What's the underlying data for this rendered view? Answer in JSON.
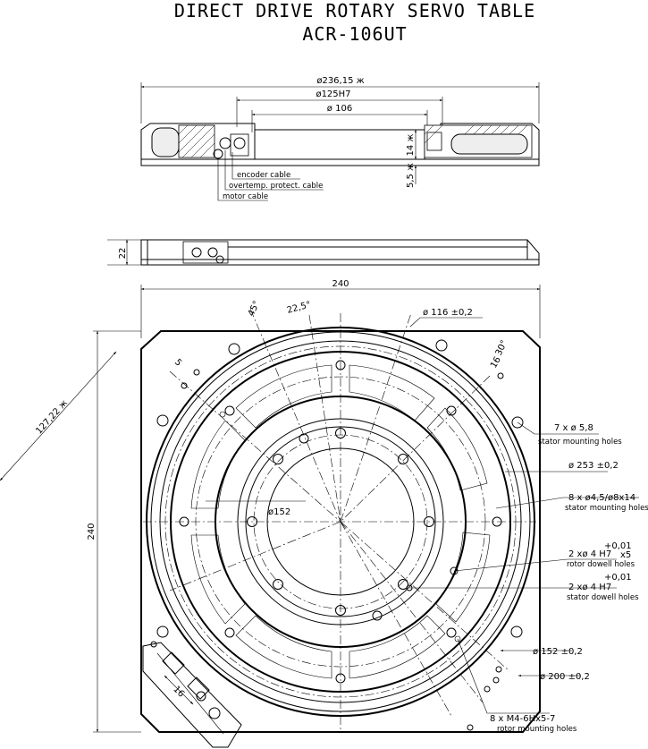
{
  "title": {
    "line1": "DIRECT DRIVE ROTARY SERVO TABLE",
    "line2": "ACR-106UT"
  },
  "section_view": {
    "dims": {
      "d_outer": "ø236,15 ж",
      "d_bore_h7": "ø125H7",
      "d_inner": "ø 106",
      "h_14": "14 ж",
      "h_55": "5,5 ж"
    },
    "callouts": {
      "encoder_cable": "encoder cable",
      "overtemp_cable": "overtemp. protect. cable",
      "motor_cable": "motor cable"
    }
  },
  "side_view": {
    "height": "22"
  },
  "top_view": {
    "width": "240",
    "height": "240",
    "diagonal": "127,22 ж",
    "angle_45": "45°",
    "angle_225": "22,5°",
    "angle_30": "30°",
    "dim_16_top": "16",
    "dim_16_bottom": "16",
    "small_dim_top_left": "5",
    "d152_center": "ø152",
    "callouts": {
      "d116": "ø 116 ±0,2",
      "hole_7": "7 x ø 5,8",
      "hole_7_desc": "stator mounting holes",
      "d253": "ø 253 ±0,2",
      "hole_8": "8 x ø4,5/ø8x14",
      "hole_8_desc": "stator mounting holes",
      "rotor_dowel": "2 xø 4 H7",
      "rotor_dowel_tol": "+0,01",
      "rotor_dowel_x5": "x5",
      "rotor_dowel_desc": "rotor dowell holes",
      "stator_dowel": "2 xø 4 H7",
      "stator_dowel_tol": "+0,01",
      "stator_dowel_desc": "stator dowell holes",
      "d152": "ø 152 ±0,2",
      "d200": "ø 200 ±0,2",
      "thread": "8 x M4-6Hx5-7",
      "thread_desc": "rotor mounting holes"
    }
  }
}
